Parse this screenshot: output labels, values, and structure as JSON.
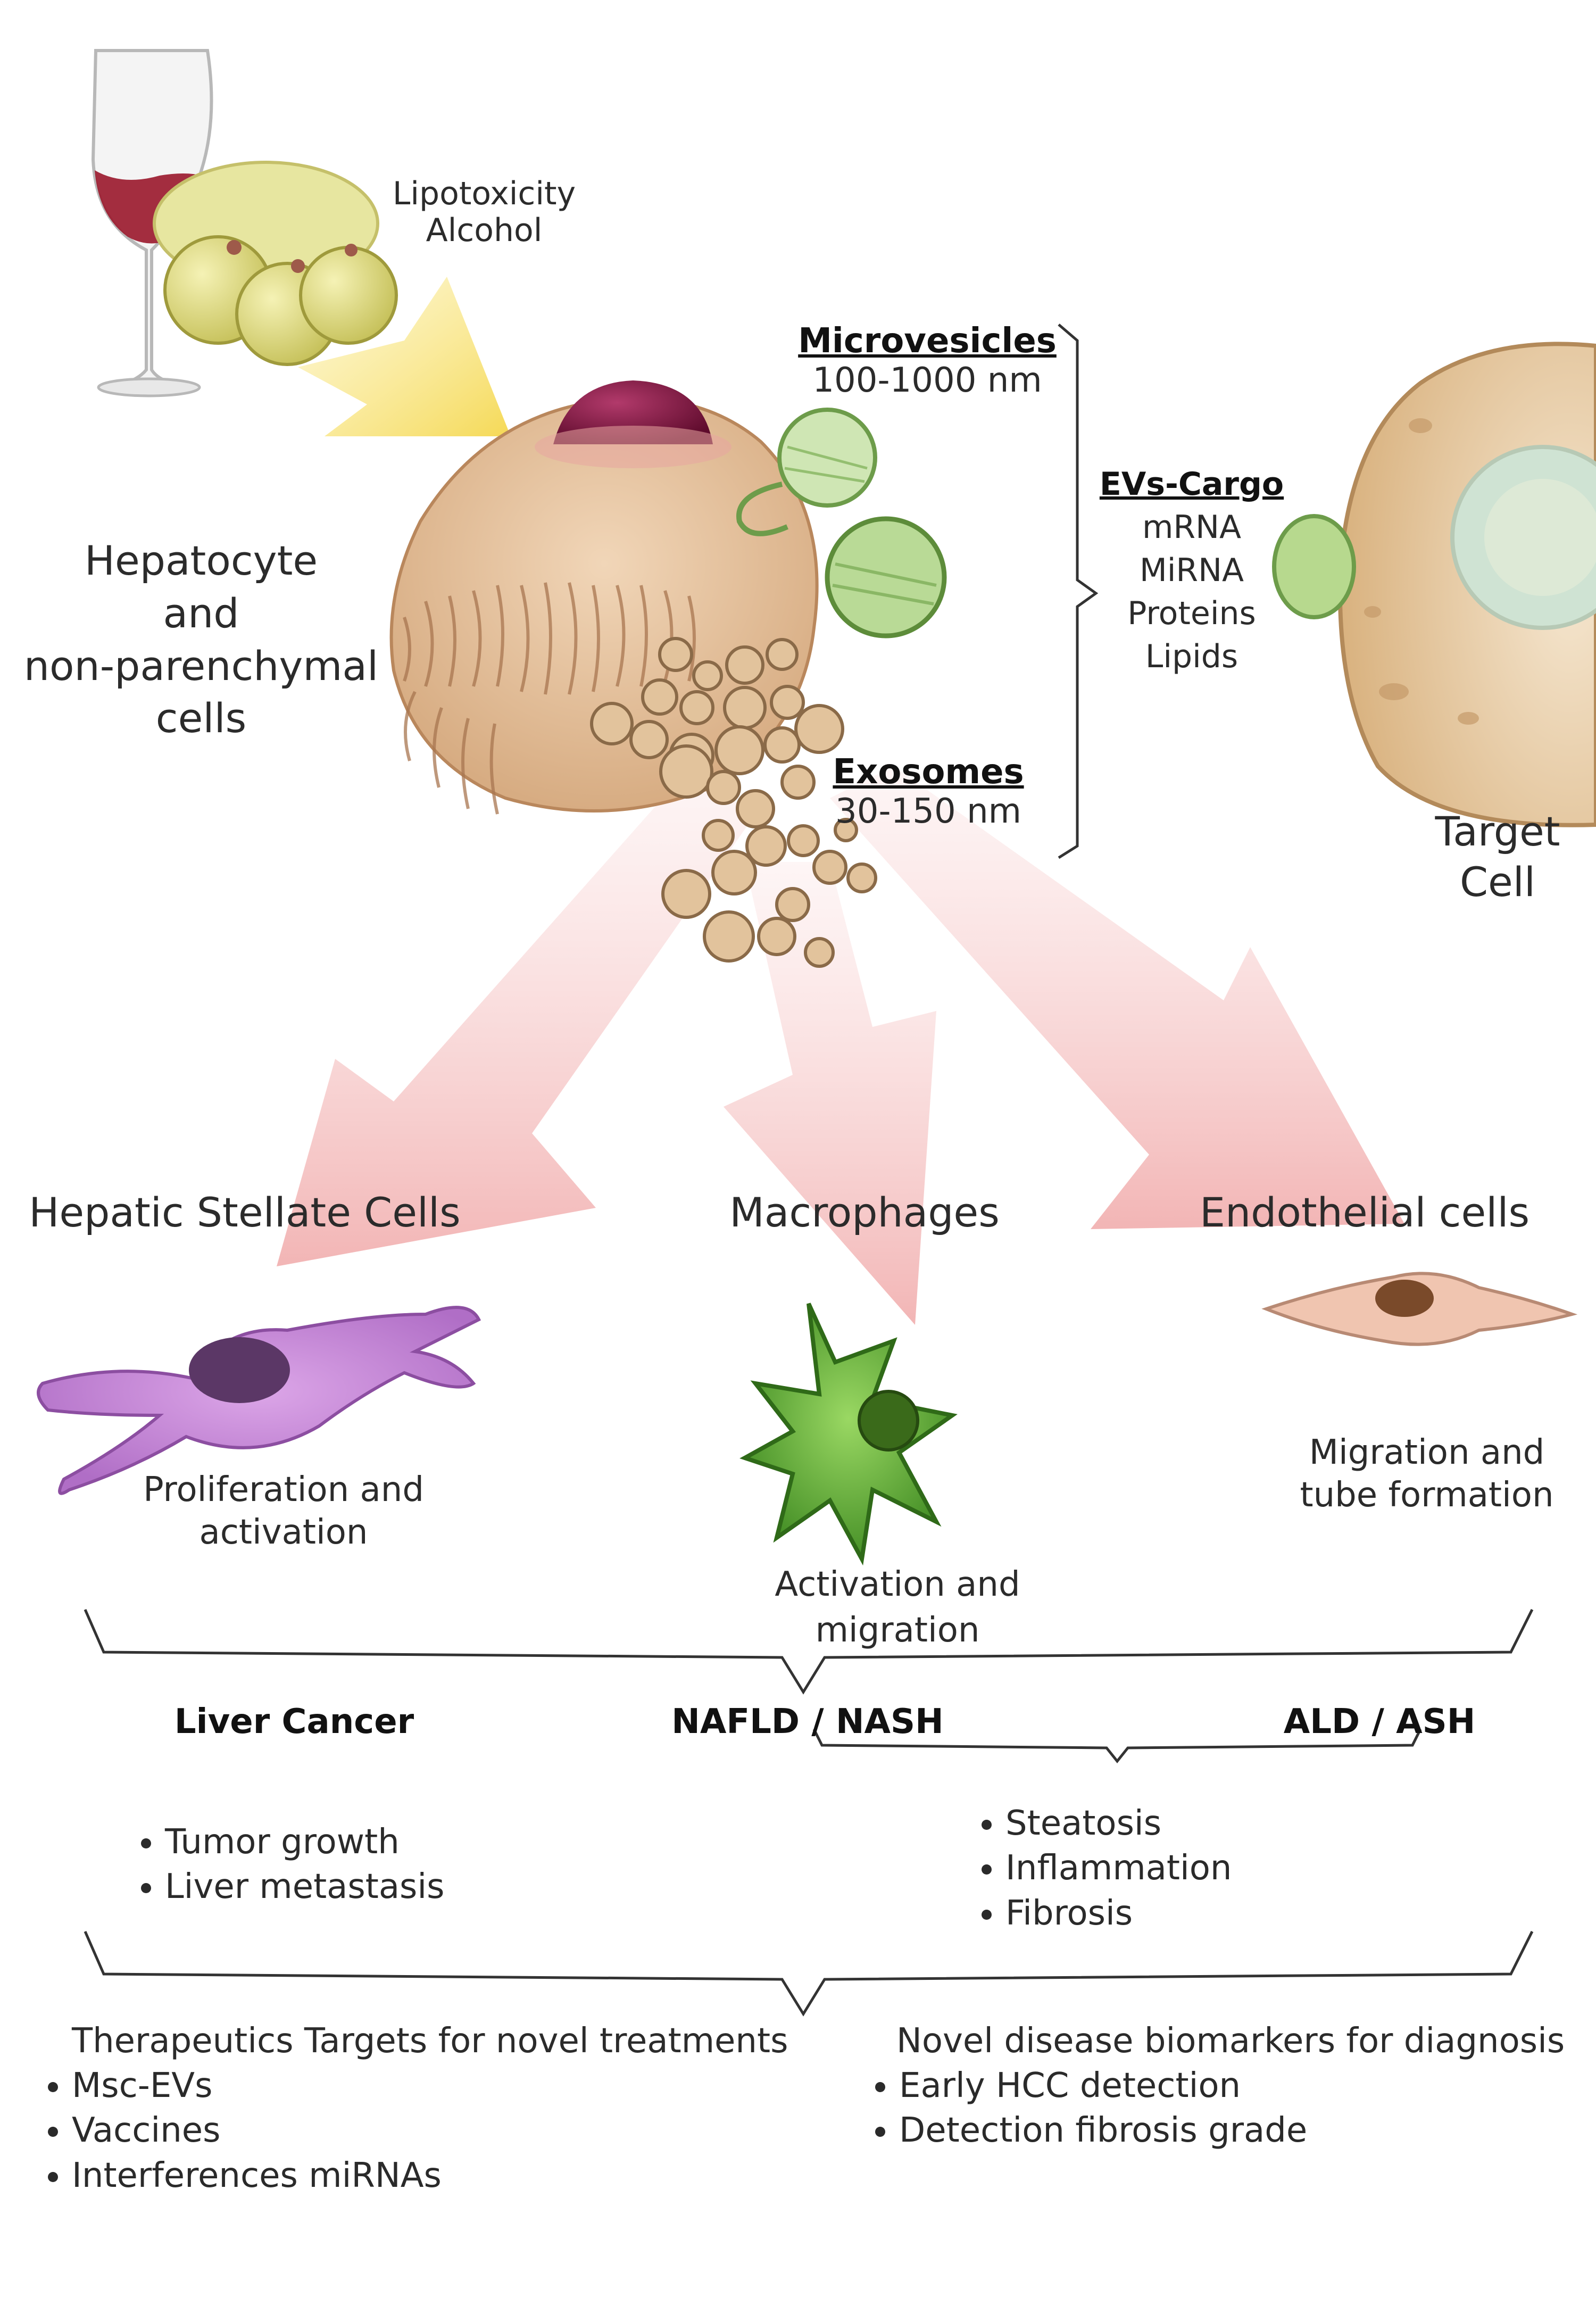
{
  "top": {
    "trigger_line1": "Lipotoxicity",
    "trigger_line2": "Alcohol",
    "source_line1": "Hepatocyte",
    "source_line2": "and",
    "source_line3": "non-parenchymal",
    "source_line4": "cells"
  },
  "vesicles": {
    "micro_title": "Microvesicles",
    "micro_size": "100-1000 nm",
    "exo_title": "Exosomes",
    "exo_size": "30-150 nm"
  },
  "cargo": {
    "title": "EVs-Cargo",
    "items": [
      "mRNA",
      "MiRNA",
      "Proteins",
      "Lipids"
    ]
  },
  "target": {
    "line1": "Target",
    "line2": "Cell"
  },
  "targets": [
    {
      "title": "Hepatic Stellate Cells",
      "effect_line1": "Proliferation and",
      "effect_line2": "activation"
    },
    {
      "title": "Macrophages",
      "effect_line1": "Activation and",
      "effect_line2": "migration"
    },
    {
      "title": "Endothelial cells",
      "effect_line1": "Migration and",
      "effect_line2": "tube formation"
    }
  ],
  "diseases": {
    "cancer": "Liver Cancer",
    "nafld": "NAFLD / NASH",
    "ald": "ALD / ASH",
    "cancer_items": [
      "Tumor growth",
      "Liver metastasis"
    ],
    "liver_items": [
      "Steatosis",
      "Inflammation",
      "Fibrosis"
    ]
  },
  "outcomes": {
    "therapy_title": "Therapeutics Targets for novel treatments",
    "therapy_items": [
      "Msc-EVs",
      "Vaccines",
      "Interferences miRNAs"
    ],
    "biomarker_title": "Novel disease biomarkers for diagnosis",
    "biomarker_items": [
      "Early HCC detection",
      "Detection fibrosis grade"
    ]
  },
  "colors": {
    "arrow_pink": "#f4b9b9",
    "yellow_arrow": "#f7e27a",
    "nucleus": "#8a1a48",
    "microvesicle": "#b6d89a",
    "stellate": "#c98ad8",
    "macrophage": "#6fb83a",
    "endothelial": "#eab9a6",
    "hepatocyte": "#e9c9a8"
  }
}
